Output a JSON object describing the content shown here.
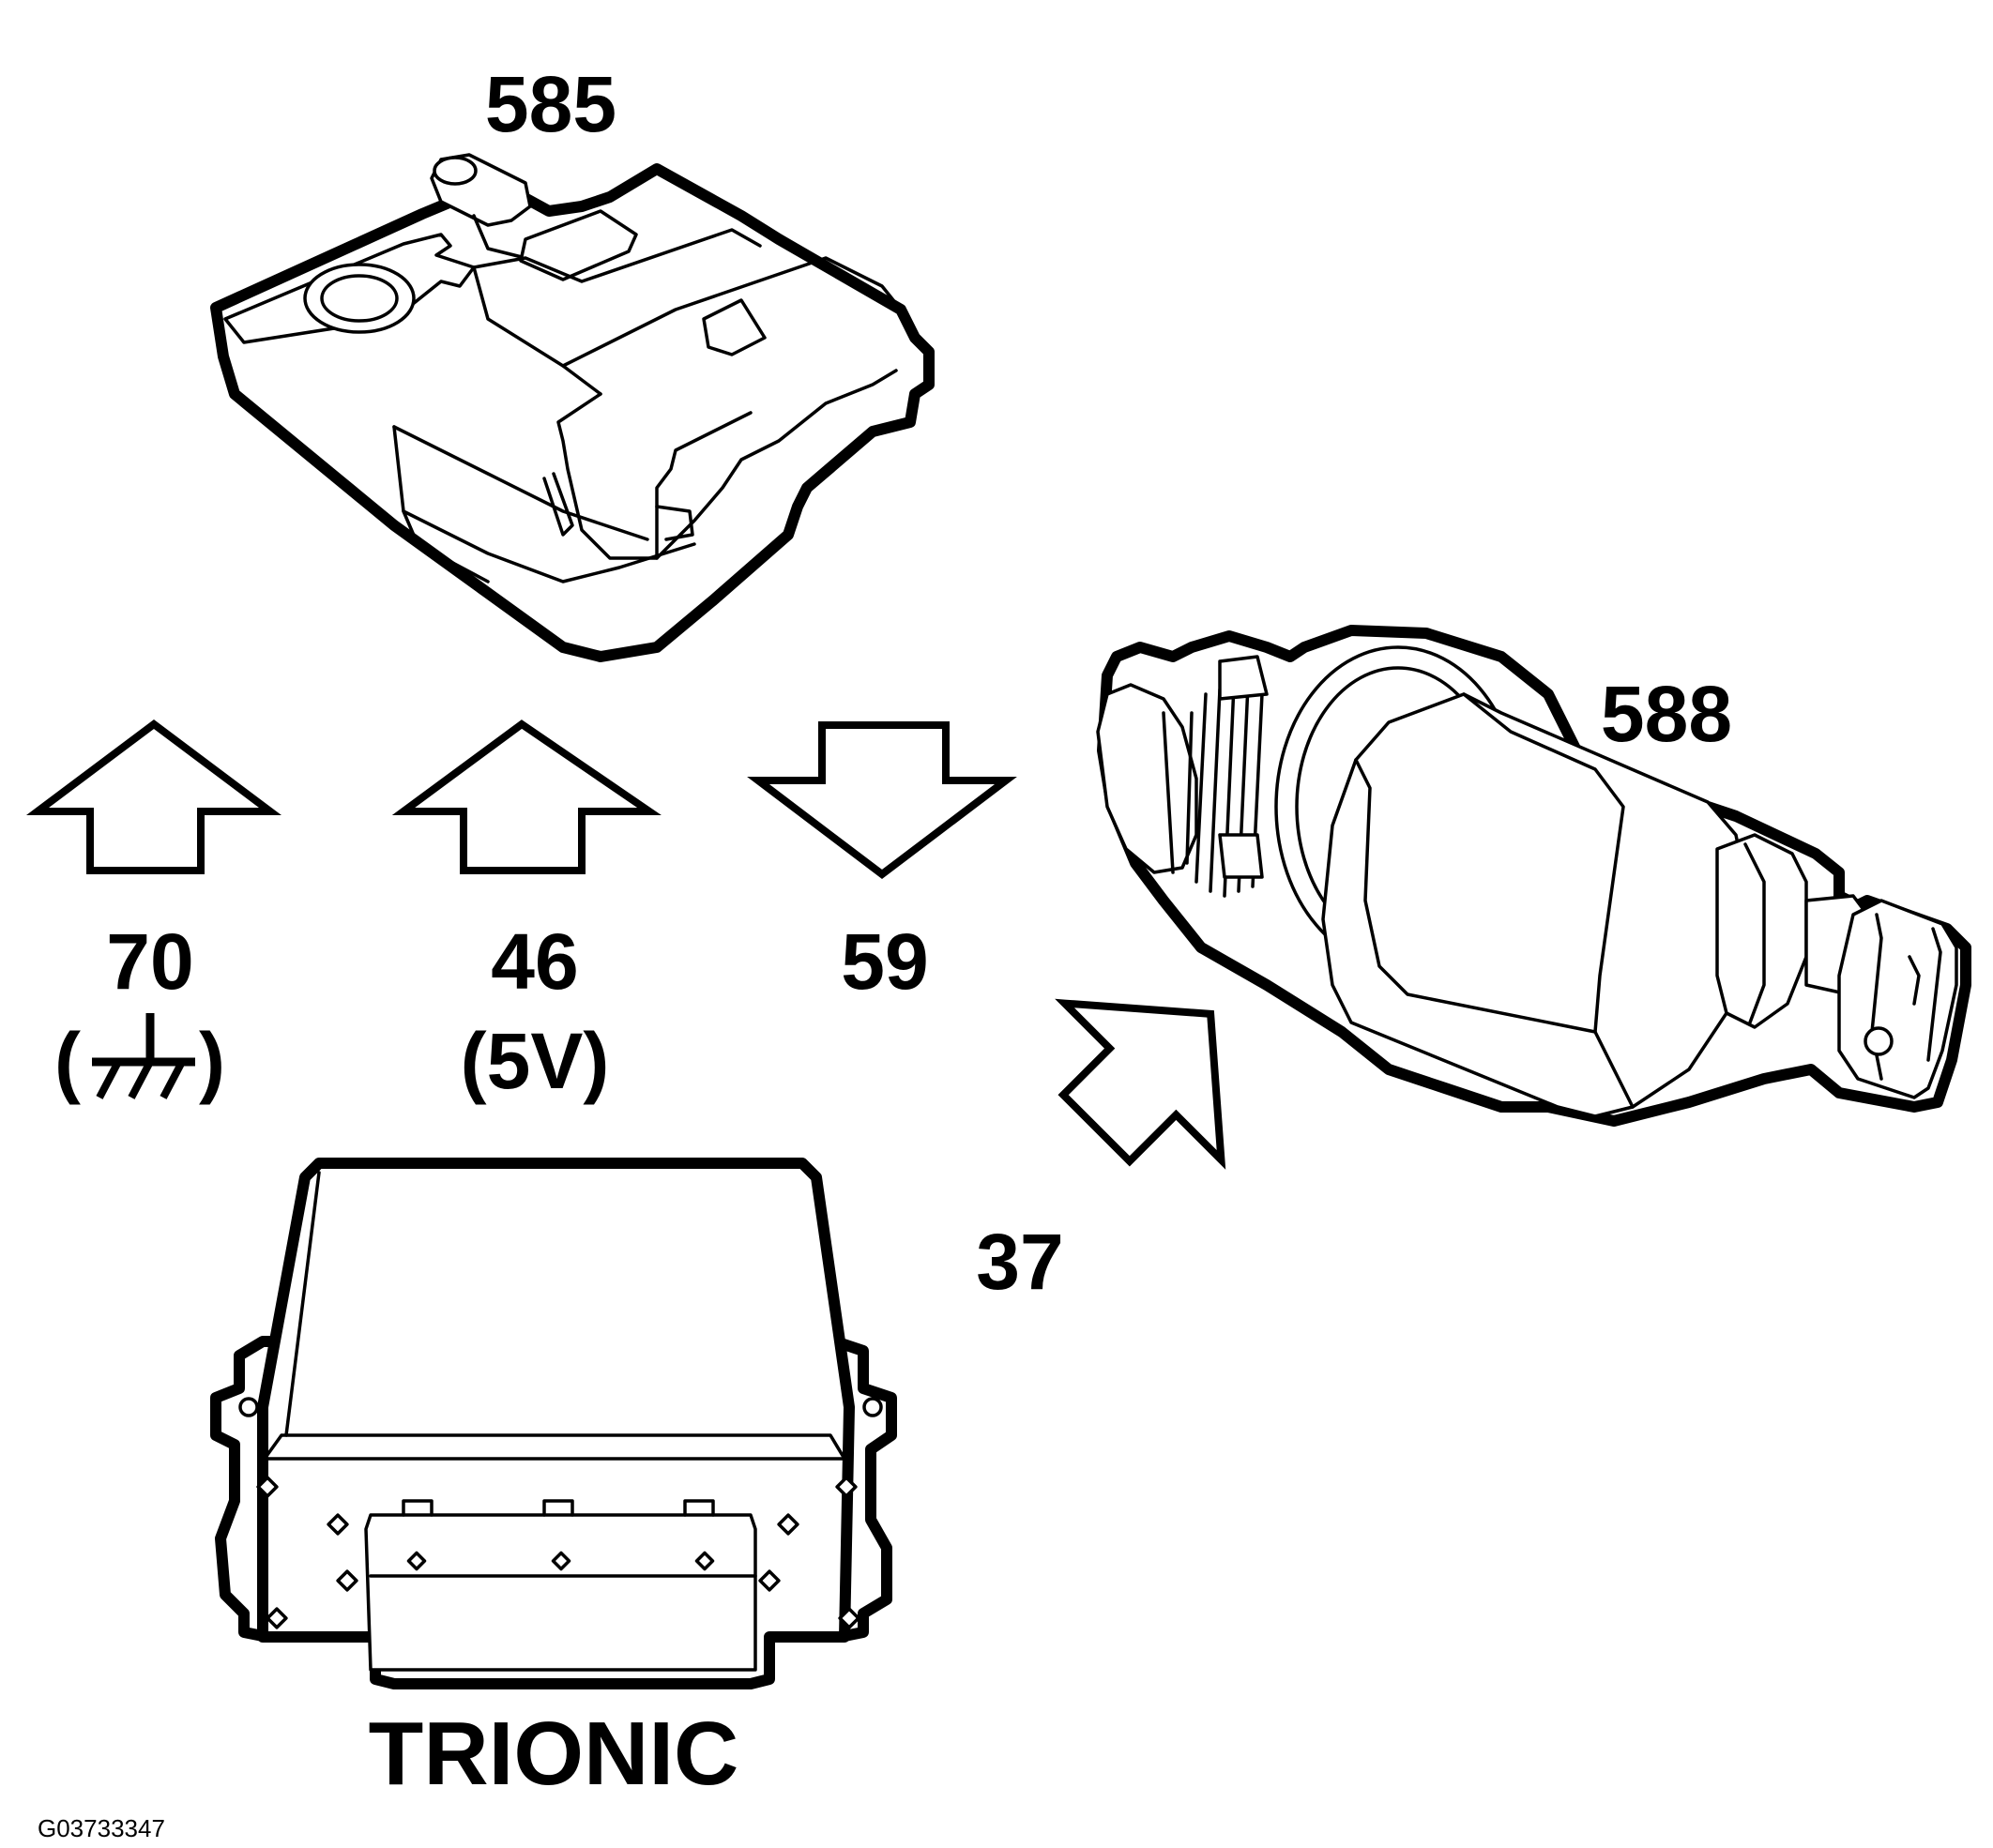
{
  "components": {
    "sensor_585": "585",
    "actuator_588": "588",
    "control_unit": "TRIONIC"
  },
  "signals": [
    {
      "pin": "70",
      "detail": "(",
      "detail_end": ")",
      "direction": "up",
      "icon": "ground-symbol-icon"
    },
    {
      "pin": "46",
      "detail": "(5V)",
      "direction": "up"
    },
    {
      "pin": "59",
      "direction": "down"
    },
    {
      "pin": "37",
      "direction": "up-right"
    }
  ],
  "figure_code": "G03733347"
}
